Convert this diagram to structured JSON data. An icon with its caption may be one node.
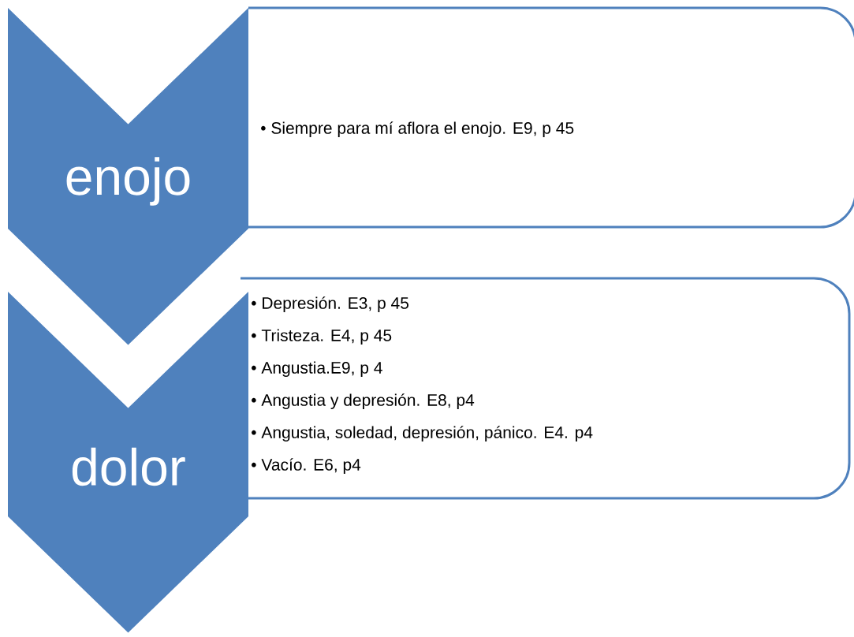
{
  "diagram": {
    "nodes": [
      {
        "text": [
          "enojo"
        ]
      },
      {
        "text": [
          "• Siempre para mí aflora el enojo. E9, p 45"
        ]
      },
      {
        "text": [
          "dolor"
        ]
      },
      {
        "text": [
          "• Depresión. E3, p 45",
          "• Tristeza. E4, p 45",
          "• Angustia.E9, p 4",
          "• Angustia y depresión. E8, p4",
          "• Angustia, soledad, depresión, pánico. E4. p4",
          "• Vacío. E6, p4"
        ]
      }
    ]
  }
}
